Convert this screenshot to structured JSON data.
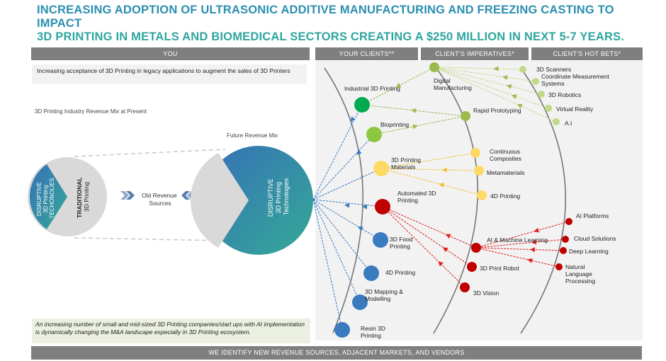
{
  "title": {
    "line1": "INCREASING ADOPTION OF ULTRASONIC ADDITIVE MANUFACTURING AND FREEZING CASTING TO IMPACT",
    "line2": "3D PRINTING IN METALS AND BIOMEDICAL SECTORS CREATING A $250 MILLION IN NEXT 5-7 YEARS."
  },
  "headers": {
    "you": "YOU",
    "your_clients": "YOUR CLIENTS**",
    "client_imperatives": "CLIENT'S IMPERATIVES*",
    "client_hot_bets": "CLIENT'S HOT BETS*"
  },
  "you_panel": {
    "top_note": "Increasing acceptance of 3D Printing in legacy applications  to augment the sales of 3D Printers",
    "present_mix_label": "3D Printing Industry Revenue Mix at Present",
    "present_pie": {
      "disruptive_label": [
        "DISRUPTIVE",
        "3D Printing",
        "TECHONOLIES"
      ],
      "traditional_label": [
        "TRADITIONAL",
        "3D Printing"
      ]
    },
    "old_revenue_label": [
      "Old Revenue",
      "Sources"
    ],
    "future_mix_label": "Future Revenue Mix",
    "future_pie": {
      "disruptive_label": [
        "DISRUPTIVE",
        "3D Printing",
        "Technologies"
      ]
    },
    "bottom_note": "An increasing  number of small and mid-sized  3D Printing companies/start  ups with AI implementation  is dynamically changing the M&A landscape especially in 3D Printing ecosystem."
  },
  "colors": {
    "title_blue": "#2b8fb0",
    "title_teal": "#2ea59f",
    "header_gray": "#7f7f7f",
    "panel_gray": "#f2f2f2",
    "blue": "#3a7abf",
    "green_dark": "#00aa4f",
    "green_light": "#8dc63f",
    "olive": "#9bbb4c",
    "olive_light": "#c2d98a",
    "yellow": "#ffd966",
    "yellow_line": "#f2c12e",
    "red": "#c00000",
    "red_line": "#e02020"
  },
  "clients": [
    {
      "label": "Industrial 3D Printing",
      "color": "#00aa4f"
    },
    {
      "label": "Bioprinting",
      "color": "#8dc63f"
    },
    {
      "label": "3D Printing Materials",
      "color": "#ffd966"
    },
    {
      "label": "Automated 3D Printing",
      "color": "#c00000"
    },
    {
      "label": "3D Food Printing",
      "color": "#3a7abf"
    },
    {
      "label": "4D Printing",
      "color": "#3a7abf"
    },
    {
      "label": "3D Mapping & Modelling",
      "color": "#3a7abf"
    },
    {
      "label": "Resin 3D Printing",
      "color": "#3a7abf"
    }
  ],
  "imperatives": [
    {
      "label": "Digital Manufacturing",
      "color": "#9bbb4c"
    },
    {
      "label": "Rapid Prototyping",
      "color": "#9bbb4c"
    },
    {
      "label": "Continuous Composites",
      "color": "#ffd966"
    },
    {
      "label": "Metamaterials",
      "color": "#ffd966"
    },
    {
      "label": "4D Printing",
      "color": "#ffd966"
    },
    {
      "label": "AI & Machine Learning",
      "color": "#c00000"
    },
    {
      "label": "3D Print Robot",
      "color": "#c00000"
    },
    {
      "label": "3D Vision",
      "color": "#c00000"
    }
  ],
  "hot_bets": [
    {
      "label": "3D Scanners",
      "color": "#c2d98a"
    },
    {
      "label": "Coordinate Measurement  Systems",
      "color": "#c2d98a"
    },
    {
      "label": "3D Robotics",
      "color": "#c2d98a"
    },
    {
      "label": "Virtual Reality",
      "color": "#c2d98a"
    },
    {
      "label": "A.I",
      "color": "#c2d98a"
    },
    {
      "label": "AI Platforms",
      "color": "#c00000"
    },
    {
      "label": "Cloud Solutions",
      "color": "#c00000"
    },
    {
      "label": "Deep Learning",
      "color": "#c00000"
    },
    {
      "label": "Natural Language Processing",
      "color": "#c00000"
    }
  ],
  "footer": "WE IDENTIFY NEW REVENUE SOURCES, ADJACENT MARKETS, AND VENDORS"
}
